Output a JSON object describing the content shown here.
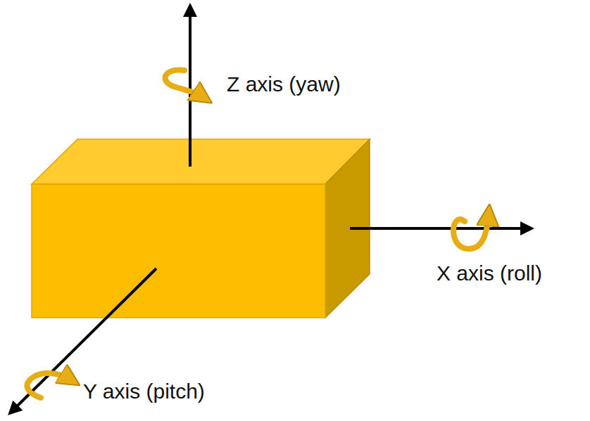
{
  "diagram": {
    "labels": [
      "Z axis (yaw)",
      "X axis (roll)",
      "Y axis (pitch)"
    ]
  }
}
